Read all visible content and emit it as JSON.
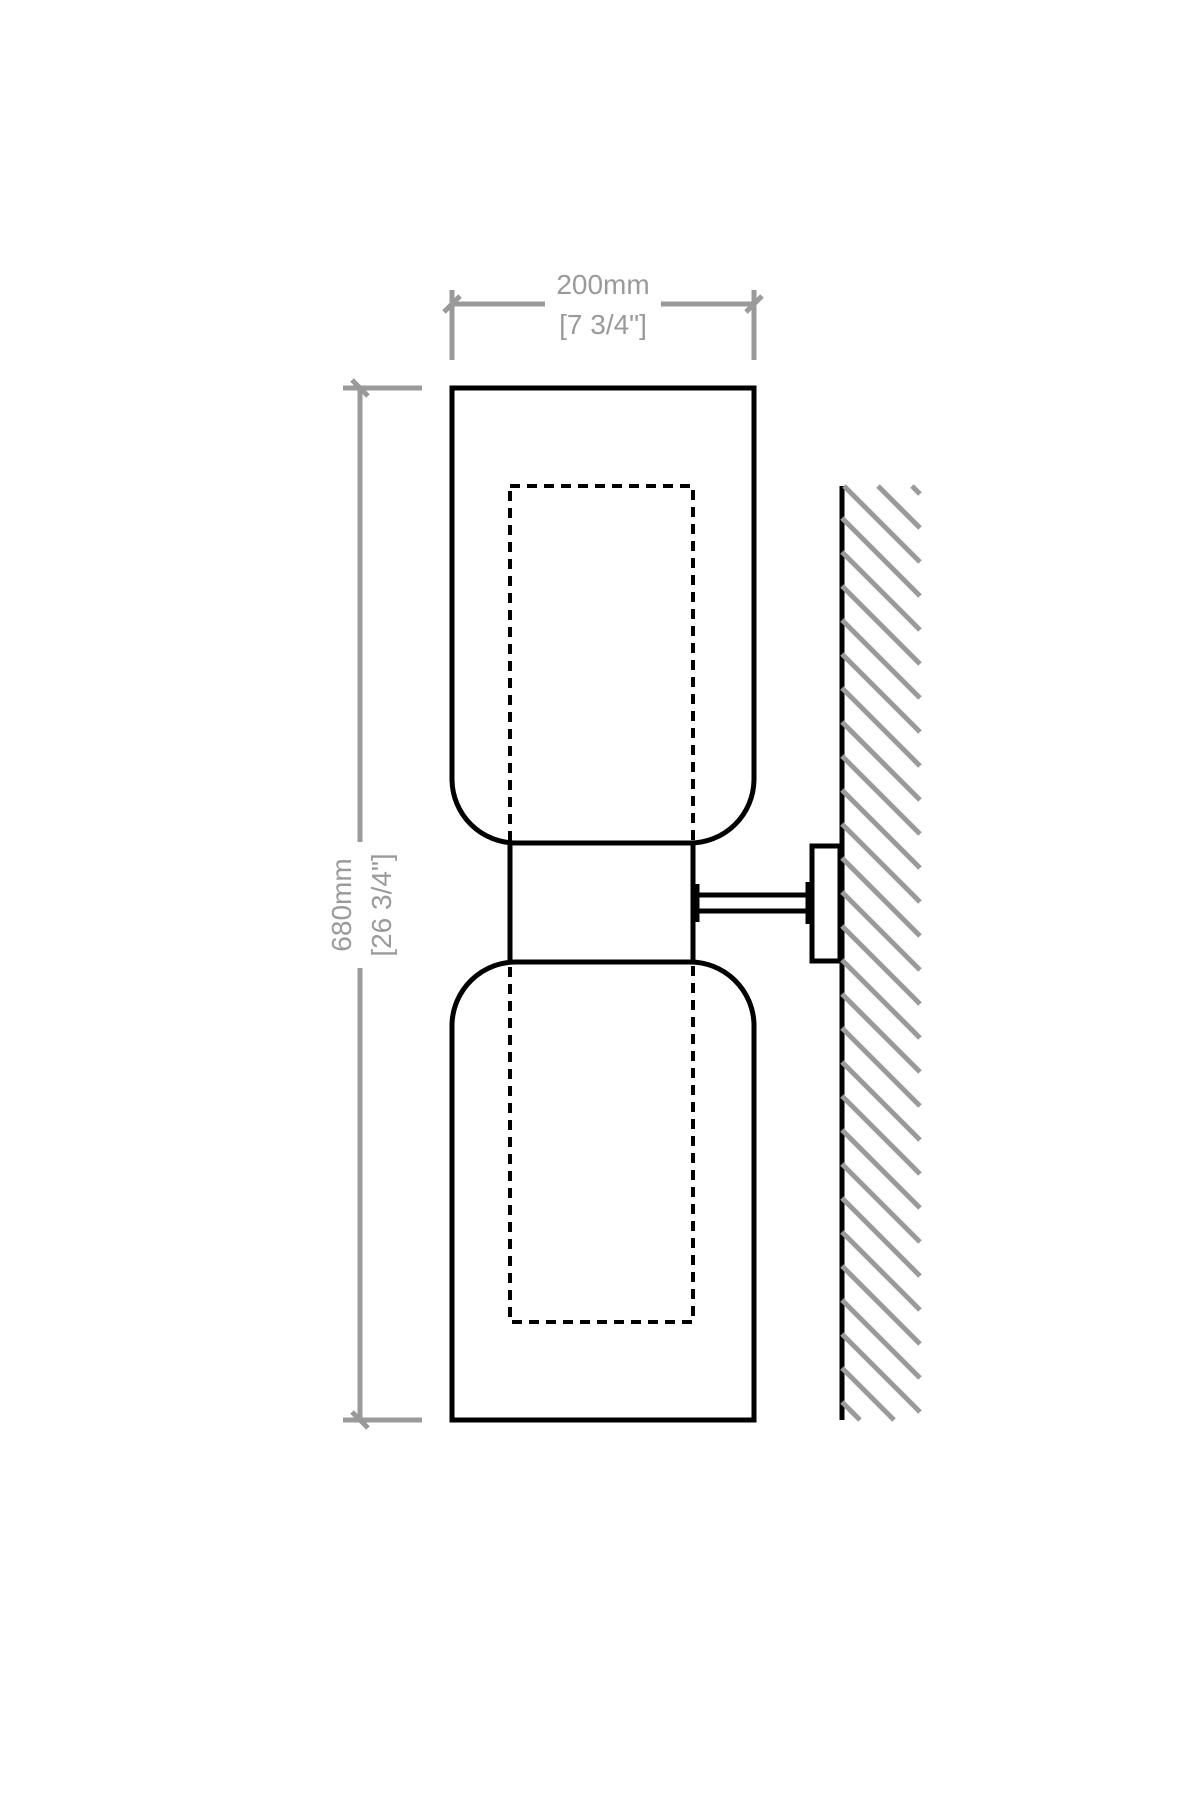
{
  "width_dimension": {
    "metric": "200mm",
    "imperial": "[7 3/4\"]"
  },
  "height_dimension": {
    "metric": "680mm",
    "imperial": "[26 3/4\"]"
  },
  "colors": {
    "dimension": "#9a9a9a",
    "object": "#000000",
    "background": "#ffffff"
  }
}
